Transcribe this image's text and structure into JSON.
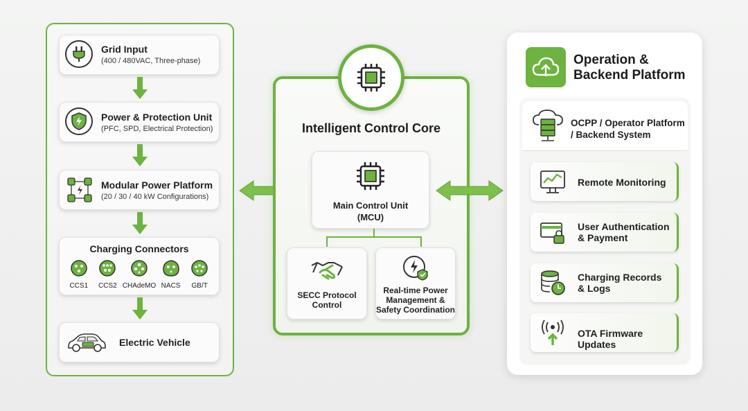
{
  "left": {
    "grid_input": {
      "title": "Grid Input",
      "sub": "(400 / 480VAC, Three-phase)"
    },
    "power_protection": {
      "title": "Power & Protection Unit",
      "sub": "(PFC, SPD, Electrical Protection)"
    },
    "modular_power": {
      "title": "Modular Power Platform",
      "sub": "(20 / 30 / 40 kW Configurations)"
    },
    "connectors": {
      "title": "Charging Connectors",
      "items": [
        "CCS1",
        "CCS2",
        "CHAdeMO",
        "NACS",
        "GB/T"
      ]
    },
    "ev": {
      "title": "Electric Vehicle"
    }
  },
  "center": {
    "title": "Intelligent Control Core",
    "mcu": {
      "line1": "Main Control Unit",
      "line2": "(MCU)"
    },
    "secc": {
      "line1": "SECC Protocol",
      "line2": "Control"
    },
    "realtime": {
      "line1": "Real-time Power",
      "line2": "Management &",
      "line3": "Safety Coordination"
    }
  },
  "right": {
    "title_line1": "Operation &",
    "title_line2": "Backend Platform",
    "ocpp": {
      "line1": "OCPP / Operator Platform",
      "line2": "/ Backend System"
    },
    "remote": {
      "line1": "Remote Monitoring"
    },
    "auth": {
      "line1": "User Authentication",
      "line2": "& Payment"
    },
    "records": {
      "line1": "Charging Records",
      "line2": "& Logs"
    },
    "ota": {
      "line1": "OTA Firmware Updates"
    }
  },
  "colors": {
    "accent": "#6cb33f",
    "accent_dark": "#4e9a2a",
    "ink": "#2b2b2b"
  },
  "icons": [
    "plug-icon",
    "shield-bolt-icon",
    "modules-icon",
    "connector-icon",
    "car-icon",
    "chip-icon",
    "handshake-icon",
    "gauge-shield-icon",
    "cloud-upload-icon",
    "cloud-server-icon",
    "monitor-chart-icon",
    "card-lock-icon",
    "database-clock-icon",
    "broadcast-icon"
  ]
}
